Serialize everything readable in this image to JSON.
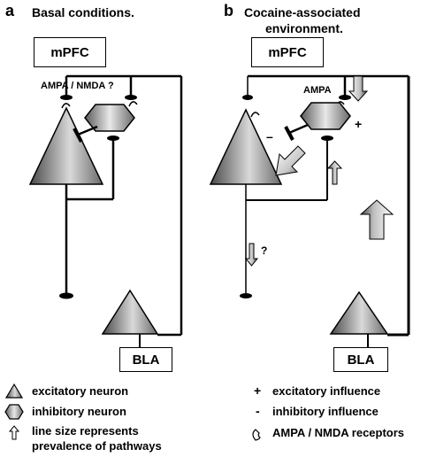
{
  "panel_a": {
    "letter": "a",
    "title": "Basal conditions.",
    "mpfc": "mPFC",
    "receptor_label": "AMPA / NMDA ?",
    "bla": "BLA"
  },
  "panel_b": {
    "letter": "b",
    "title_line1": "Cocaine-associated",
    "title_line2": "environment.",
    "mpfc": "mPFC",
    "receptor_label": "AMPA",
    "plus_sign": "+",
    "minus_sign": "–",
    "question_mark": "?",
    "bla": "BLA"
  },
  "legend_left": [
    {
      "icon": "triangle-icon",
      "text": "excitatory neuron"
    },
    {
      "icon": "hexagon-icon",
      "text": "inhibitory neuron"
    },
    {
      "icon": "arrow-up-icon",
      "text_line1": "line size represents",
      "text_line2": "prevalence of pathways"
    }
  ],
  "legend_right": [
    {
      "symbol": "+",
      "text": "excitatory influence"
    },
    {
      "symbol": "-",
      "text": "inhibitory influence"
    },
    {
      "icon": "receptor-icon",
      "text": "AMPA / NMDA receptors"
    }
  ],
  "colors": {
    "line": "#000000",
    "gray_dark": "#5a5a5a",
    "gray_light": "#e6e6e6"
  }
}
